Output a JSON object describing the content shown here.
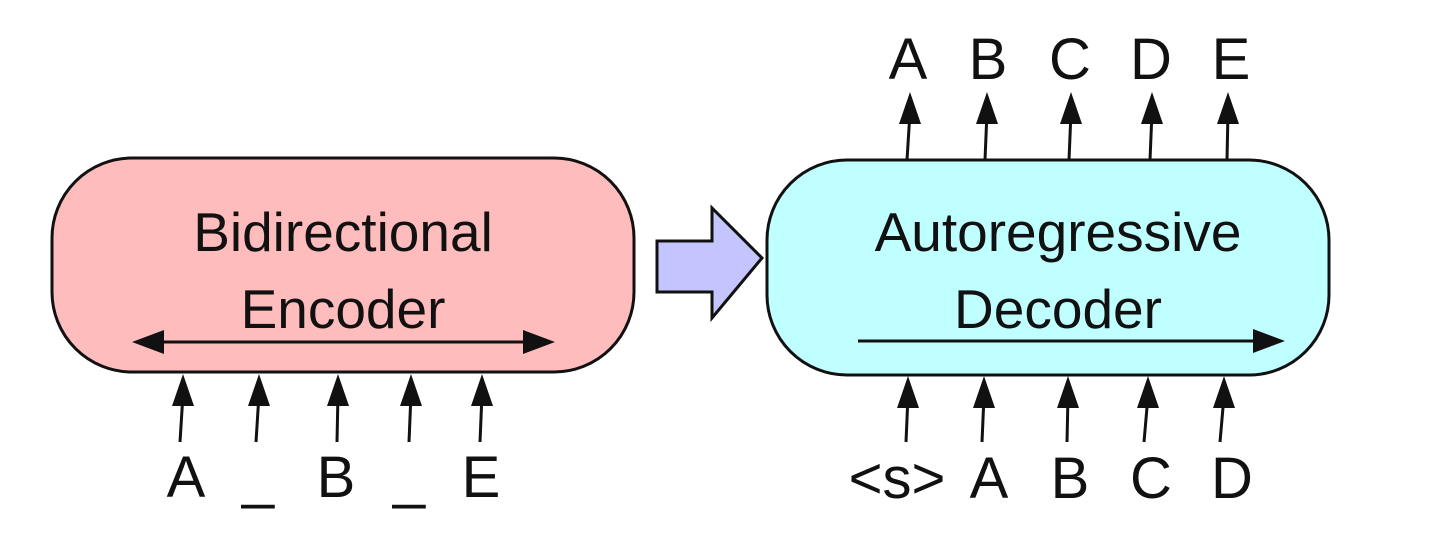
{
  "encoder": {
    "title_line1": "Bidirectional",
    "title_line2": "Encoder",
    "fill": "#ffbcbc",
    "inputs": [
      "A",
      "_",
      "B",
      "_",
      "E"
    ]
  },
  "decoder": {
    "title_line1": "Autoregressive",
    "title_line2": "Decoder",
    "fill": "#c0ffff",
    "inputs": [
      "<s>",
      "A",
      "B",
      "C",
      "D"
    ],
    "outputs": [
      "A",
      "B",
      "C",
      "D",
      "E"
    ]
  },
  "connector": {
    "fill": "#c4c4ff"
  }
}
